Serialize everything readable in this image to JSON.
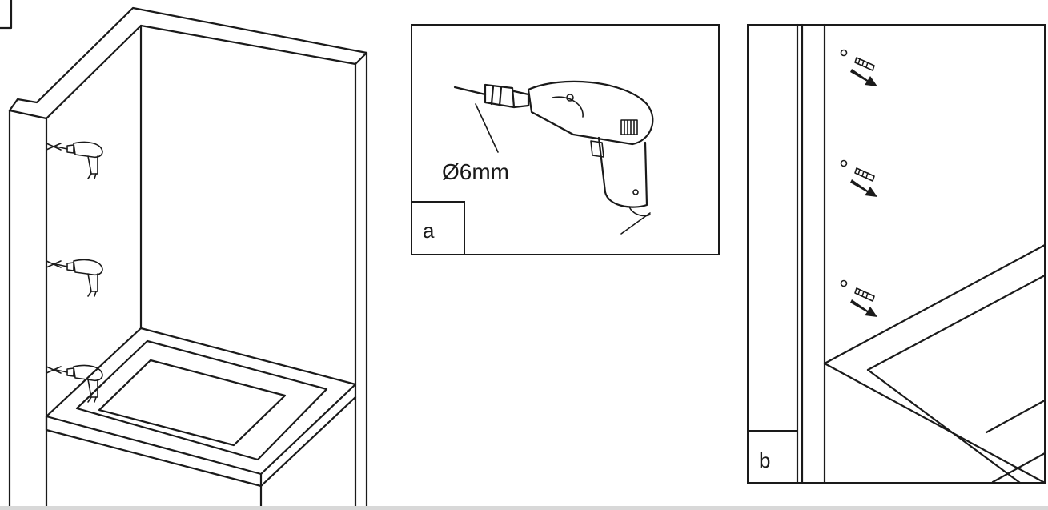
{
  "panels": {
    "main": {
      "icon": "bathroom-wall-drilling-icon"
    },
    "detail_a": {
      "label": "a",
      "diameter": "Ø6mm",
      "icon": "electric-drill-icon"
    },
    "detail_b": {
      "label": "b",
      "icon": "wall-plug-insert-icon"
    }
  },
  "colors": {
    "line": "#1a1a1a",
    "background": "#ffffff"
  }
}
